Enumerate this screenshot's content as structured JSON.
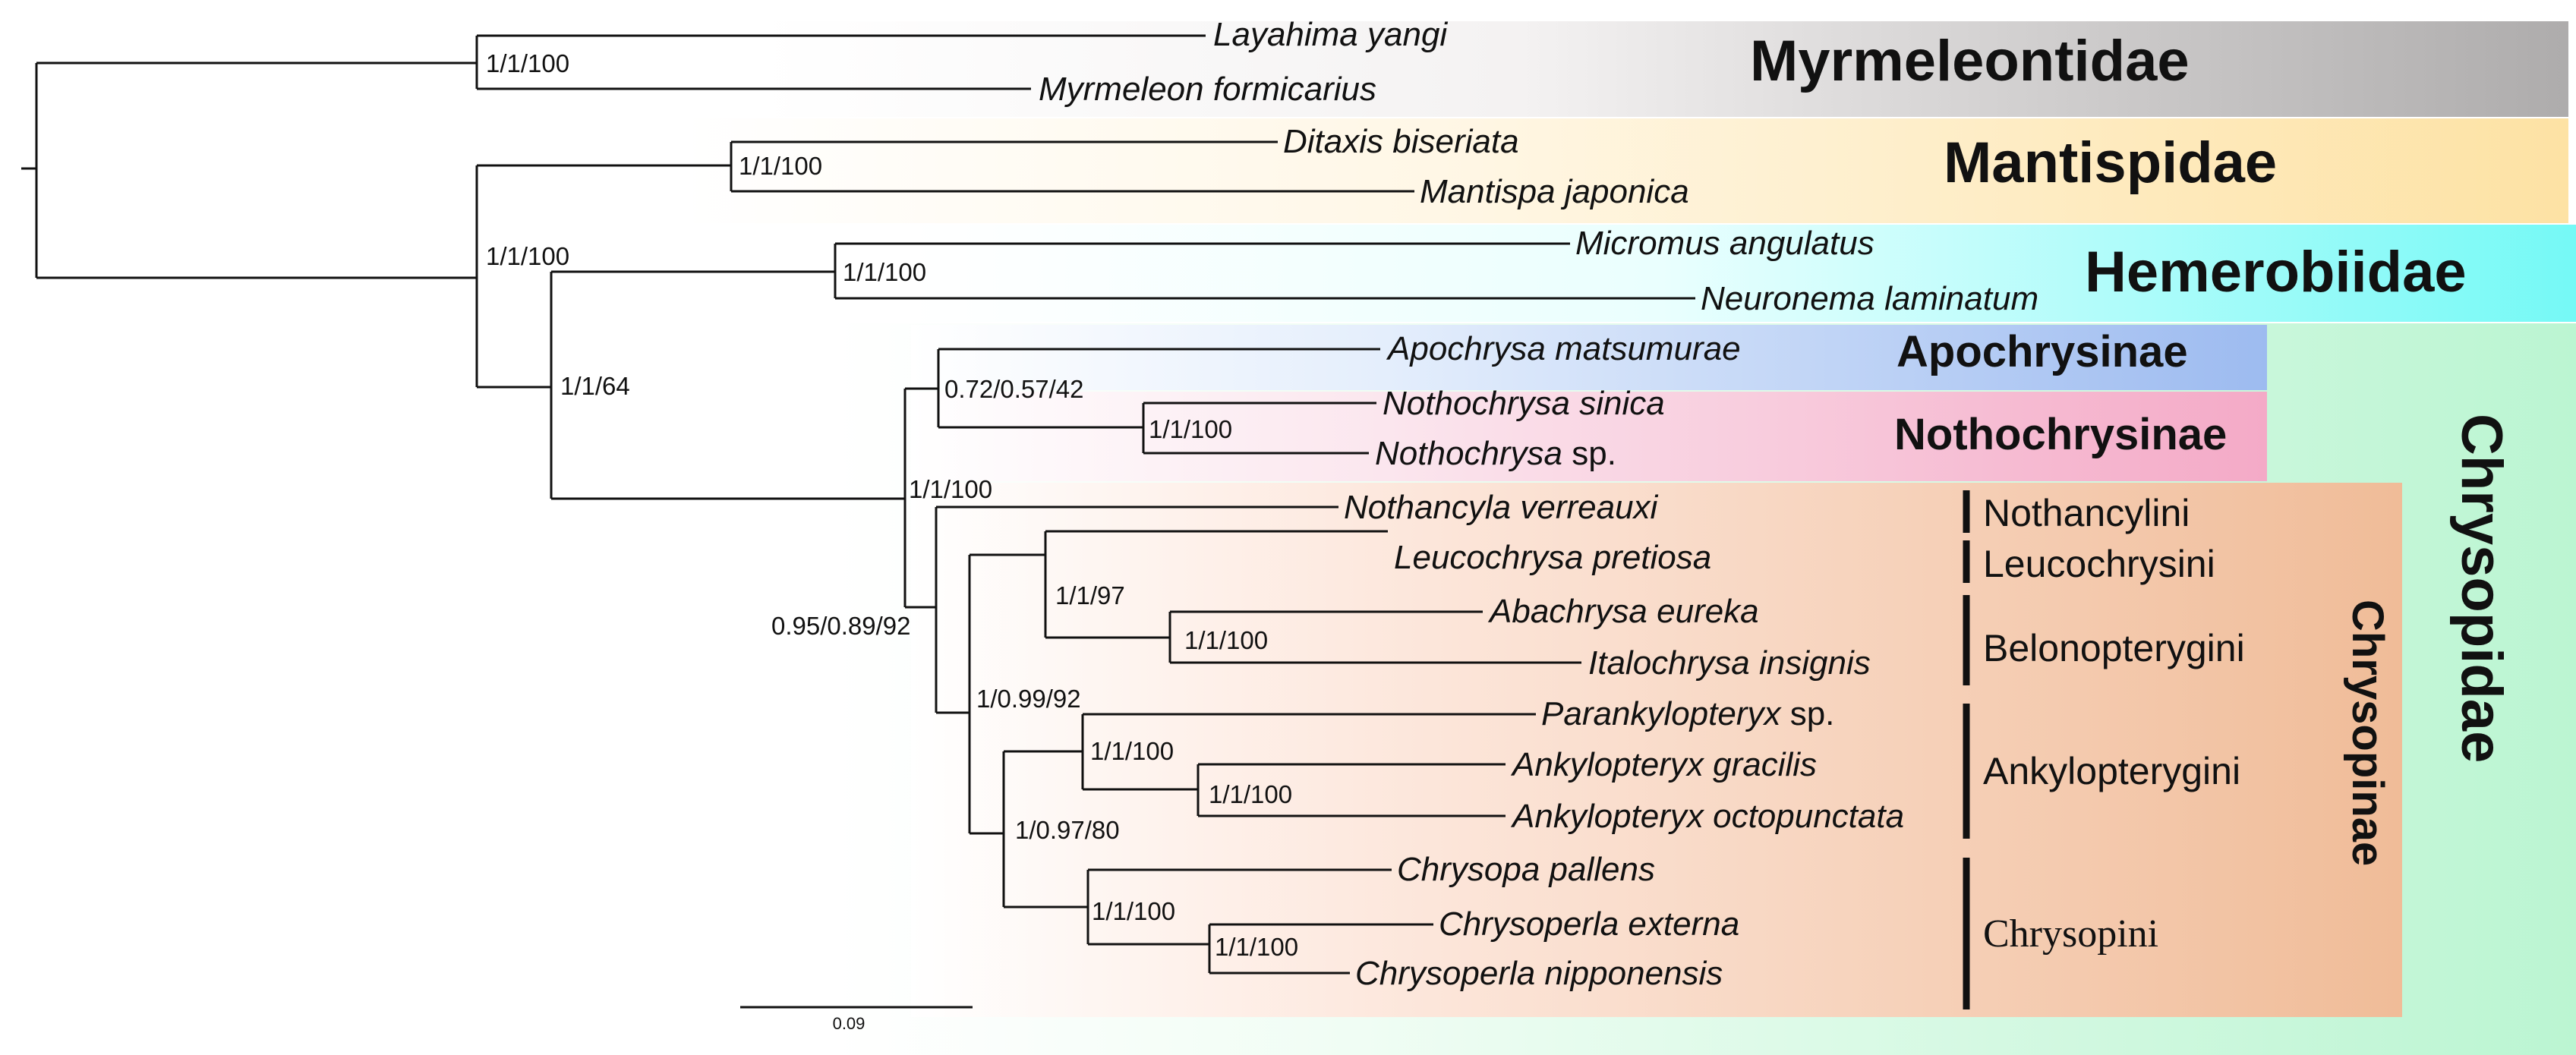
{
  "colors": {
    "myrmeleontidae": "#b2b0b0",
    "mantispidae": "#fde3a6",
    "hemerobiidae": "#7ffaf7",
    "apochrysinae": "#a3bff2",
    "nothochrysinae": "#f6b2cc",
    "chrysopinae": "#f2c09e",
    "chrysopidae": "#bef6d4"
  },
  "families": {
    "myrmeleontidae": "Myrmeleontidae",
    "mantispidae": "Mantispidae",
    "hemerobiidae": "Hemerobiidae",
    "chrysopidae": "Chrysopidae"
  },
  "subfamilies": {
    "apochrysinae": "Apochrysinae",
    "nothochrysinae": "Nothochrysinae",
    "chrysopinae": "Chrysopinae"
  },
  "tribes": {
    "nothancylini": "Nothancylini",
    "leucochrysini": "Leucochrysini",
    "belonopterygini": "Belonopterygini",
    "ankylopterygini": "Ankylopterygini",
    "chrysopini": "Chrysopini"
  },
  "taxa": [
    {
      "name": "Layahima yangi",
      "suffix": ""
    },
    {
      "name": "Myrmeleon formicarius",
      "suffix": ""
    },
    {
      "name": "Ditaxis biseriata",
      "suffix": ""
    },
    {
      "name": "Mantispa japonica",
      "suffix": ""
    },
    {
      "name": "Micromus angulatus",
      "suffix": ""
    },
    {
      "name": "Neuronema laminatum",
      "suffix": ""
    },
    {
      "name": "Apochrysa matsumurae",
      "suffix": ""
    },
    {
      "name": "Nothochrysa sinica",
      "suffix": ""
    },
    {
      "name": "Nothochrysa",
      "suffix": " sp."
    },
    {
      "name": "Nothancyla verreauxi",
      "suffix": ""
    },
    {
      "name": "Leucochrysa pretiosa",
      "suffix": ""
    },
    {
      "name": "Abachrysa eureka",
      "suffix": ""
    },
    {
      "name": "Italochrysa insignis",
      "suffix": ""
    },
    {
      "name": "Parankylopteryx",
      "suffix": " sp."
    },
    {
      "name": "Ankylopteryx gracilis",
      "suffix": ""
    },
    {
      "name": "Ankylopteryx octopunctata",
      "suffix": ""
    },
    {
      "name": "Chrysopa pallens",
      "suffix": ""
    },
    {
      "name": "Chrysoperla externa",
      "suffix": ""
    },
    {
      "name": "Chrysoperla nipponensis",
      "suffix": ""
    }
  ],
  "support": {
    "myrmeleontidae": "1/1/100",
    "mantispidae": "1/1/100",
    "ingroup": "1/1/100",
    "hemerobiidae": "1/1/100",
    "hemerobiidae_chrysopidae": "1/1/64",
    "apochrysinae_nothochrysinae": "0.72/0.57/42",
    "nothochrysa": "1/1/100",
    "chrysopinae": "1/1/100",
    "chrysopidae": "0.95/0.89/92",
    "leucochrysini_belonopterygini": "1/1/97",
    "belonopterygini": "1/1/100",
    "chrysopinae_core": "1/0.99/92",
    "ankylopterygini": "1/1/100",
    "ankylopteryx": "1/1/100",
    "ankylopterygini_chrysopini": "1/0.97/80",
    "chrysopini": "1/1/100",
    "chrysoperla": "1/1/100"
  },
  "scale_bar": {
    "label": "0.09"
  }
}
